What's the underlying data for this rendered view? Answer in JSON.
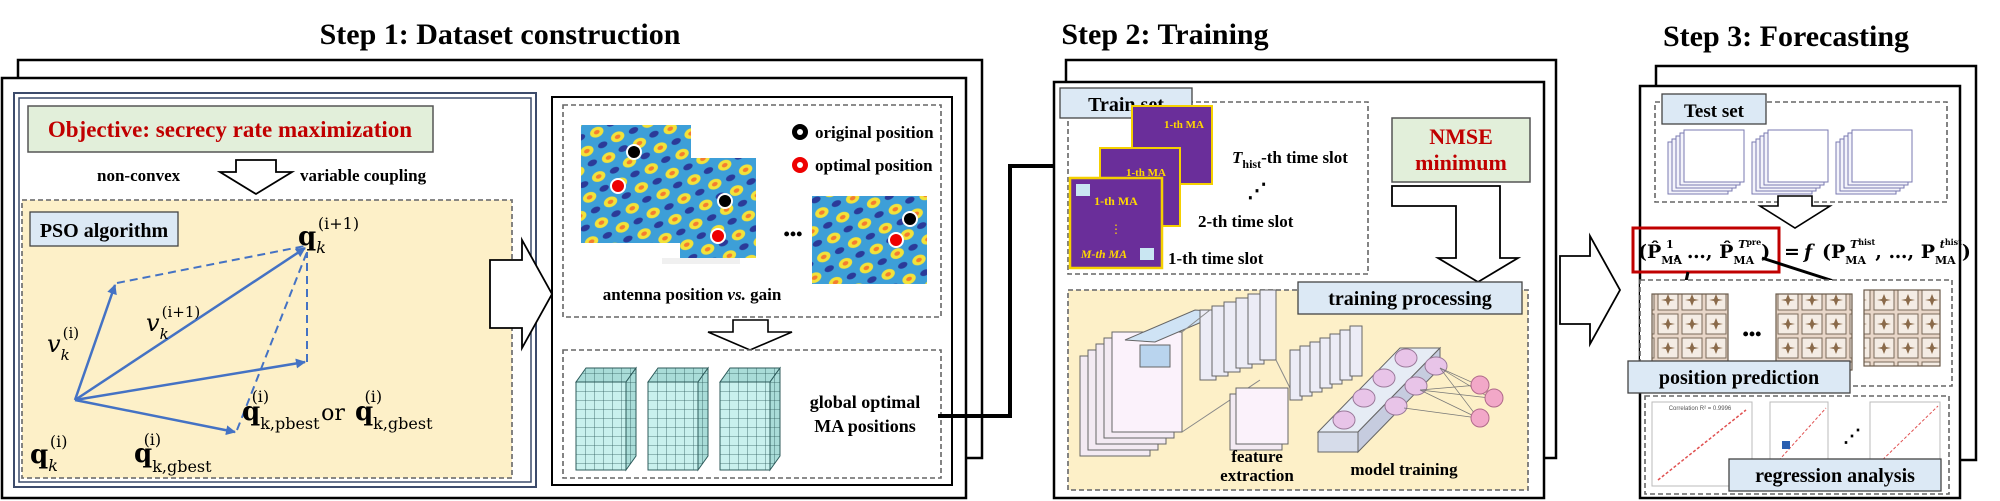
{
  "steps": {
    "step1": "Step 1: Dataset construction",
    "step2": "Step 2: Training",
    "step3": "Step 3: Forecasting"
  },
  "step1": {
    "objective": "Objective: secrecy rate maximization",
    "nonconvex": "non-convex",
    "coupling": "variable coupling",
    "pso": "PSO algorithm",
    "legend_original": "original position",
    "legend_optimal": "optimal position",
    "antenna_caption": "antenna position vs. gain",
    "antenna_caption_a": "antenna position ",
    "antenna_caption_vs": "vs.",
    "antenna_caption_b": " gain",
    "global_line1": "global optimal",
    "global_line2": "MA positions",
    "dots": "•••",
    "q_i_base": "q",
    "q_i_sub": "k",
    "q_i_sup": "(i)",
    "q_i1_sup": "(i+1)",
    "v_base": "v",
    "pbest_sub": "k,pbest",
    "gbest_sub": "k,gbest",
    "or": "or"
  },
  "step2": {
    "train_set": "Train set",
    "nmse_line1": "NMSE",
    "nmse_line2": "minimum",
    "slot_hist_sub": "hist",
    "slot_hist_rest": "-th time slot",
    "slot_2": "2-th time slot",
    "slot_1": "1-th time slot",
    "ma_1": "1-th MA",
    "ma_m": "M-th MA",
    "training_processing": "training processing",
    "feature_extraction_1": "feature",
    "feature_extraction_2": "extraction",
    "model_training": "model training"
  },
  "step3": {
    "test_set": "Test set",
    "position_prediction": "position prediction",
    "regression_analysis": "regression analysis",
    "formula_f": "f",
    "formula_eq": "=",
    "corr_label": "Correlation R² = 0.9996"
  },
  "colors": {
    "blue_line": "#4472c4",
    "cream": "#fdf0c8",
    "green_box": "#e2efda",
    "label_box": "#dce9f5",
    "red": "#c00000",
    "purple": "#6a2e9a"
  }
}
